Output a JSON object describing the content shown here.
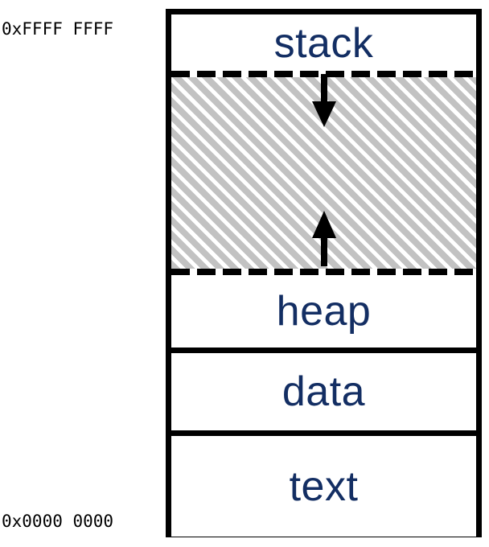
{
  "diagram": {
    "title": "process virtual memory layout",
    "colors": {
      "label_text": "#132E63",
      "border": "#000000",
      "hatch_gray": "#C2C2C2",
      "background": "#FFFFFF"
    },
    "address_labels": {
      "top": "0xFFFF FFFF",
      "bottom": "0x0000 0000"
    },
    "segments": [
      {
        "id": "stack",
        "label": "stack"
      },
      {
        "id": "free",
        "label": ""
      },
      {
        "id": "heap",
        "label": "heap"
      },
      {
        "id": "data",
        "label": "data"
      },
      {
        "id": "text",
        "label": "text"
      }
    ],
    "arrows": [
      {
        "id": "stack-grow",
        "direction": "down",
        "meaning": "stack grows downward"
      },
      {
        "id": "heap-grow",
        "direction": "up",
        "meaning": "heap grows upward"
      }
    ],
    "boundaries": [
      {
        "id": "stack-free-boundary",
        "style": "dashed"
      },
      {
        "id": "free-heap-boundary",
        "style": "dashed"
      },
      {
        "id": "heap-data-boundary",
        "style": "solid"
      },
      {
        "id": "data-text-boundary",
        "style": "solid"
      }
    ]
  }
}
